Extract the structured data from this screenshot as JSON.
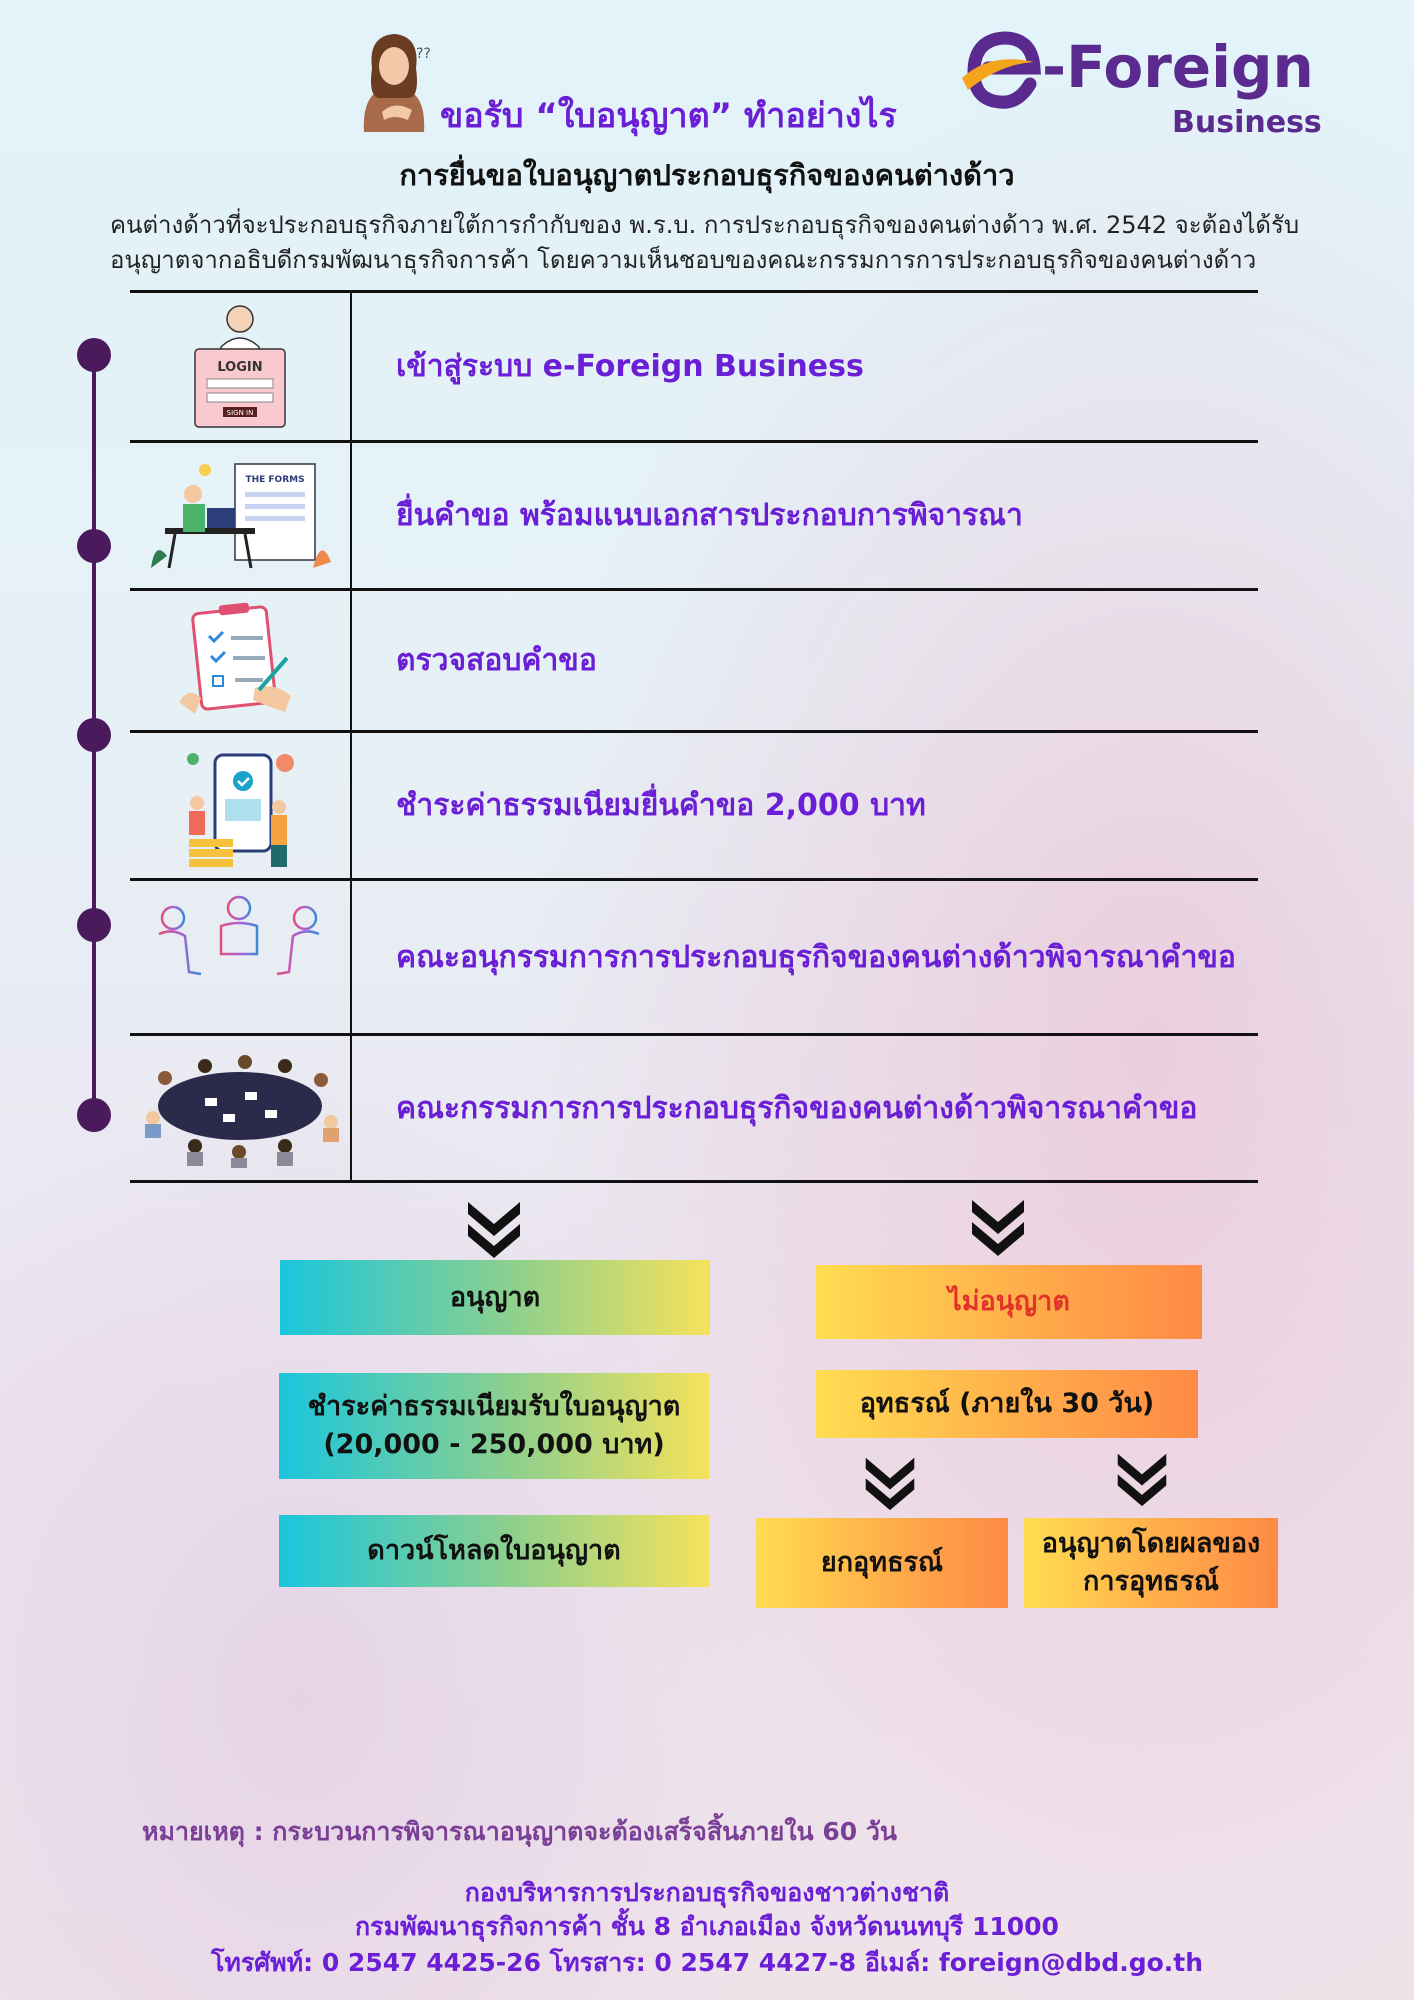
{
  "header": {
    "title": "ขอรับ “ใบอนุญาต” ทำอย่างไร",
    "logo_foreign": "-Foreign",
    "logo_business": "Business"
  },
  "subtitle": "การยื่นขอใบอนุญาตประกอบธุรกิจของคนต่างด้าว",
  "intro": {
    "line1": "คนต่างด้าวที่จะประกอบธุรกิจภายใต้การกำกับของ พ.ร.บ. การประกอบธุรกิจของคนต่างด้าว พ.ศ. 2542 จะต้องได้รับ",
    "line2": "อนุญาตจากอธิบดีกรมพัฒนาธุรกิจการค้า โดยความเห็นชอบของคณะกรรมการการประกอบธุรกิจของคนต่างด้าว"
  },
  "steps": [
    {
      "label": "เข้าสู่ระบบ e-Foreign Business",
      "icon": "login-icon",
      "login_text": "LOGIN",
      "signin_text": "SIGN IN"
    },
    {
      "label": "ยื่นคำขอ พร้อมแนบเอกสารประกอบการพิจารณา",
      "icon": "forms-icon",
      "forms_text": "THE FORMS"
    },
    {
      "label": "ตรวจสอบคำขอ",
      "icon": "clipboard-icon"
    },
    {
      "label": "ชำระค่าธรรมเนียมยื่นคำขอ 2,000 บาท",
      "icon": "payment-icon"
    },
    {
      "label": "คณะอนุกรรมการการประกอบธุรกิจของคนต่างด้าวพิจารณาคำขอ",
      "icon": "meeting-icon"
    },
    {
      "label": "คณะกรรมการการประกอบธุรกิจของคนต่างด้าวพิจารณาคำขอ",
      "icon": "committee-icon"
    }
  ],
  "approve": {
    "title": "อนุญาต",
    "fee_line1": "ชำระค่าธรรมเนียมรับใบอนุญาต",
    "fee_line2": "(20,000 - 250,000 บาท)",
    "download": "ดาวน์โหลดใบอนุญาต"
  },
  "reject": {
    "title": "ไม่อนุญาต",
    "appeal": "อุทธรณ์ (ภายใน 30 วัน)",
    "dismissed": "ยกอุทธรณ์",
    "granted_line1": "อนุญาตโดยผลของ",
    "granted_line2": "การอุทธรณ์"
  },
  "note": "หมายเหตุ : กระบวนการพิจารณาอนุญาตจะต้องเสร็จสิ้นภายใน 60  วัน",
  "footer": {
    "line1": "กองบริหารการประกอบธุรกิจของชาวต่างชาติ",
    "line2": "กรมพัฒนาธุรกิจการค้า ชั้น 8 อำเภอเมือง จังหวัดนนทบุรี 11000",
    "line3": "โทรศัพท์: 0 2547 4425-26 โทรสาร: 0 2547 4427-8 อีเมล์: foreign@dbd.go.th"
  },
  "colors": {
    "accent_purple": "#6a1fd6",
    "logo_purple": "#5a2a8e",
    "timeline": "#4a1a5c",
    "reject_text": "#e0342a"
  }
}
